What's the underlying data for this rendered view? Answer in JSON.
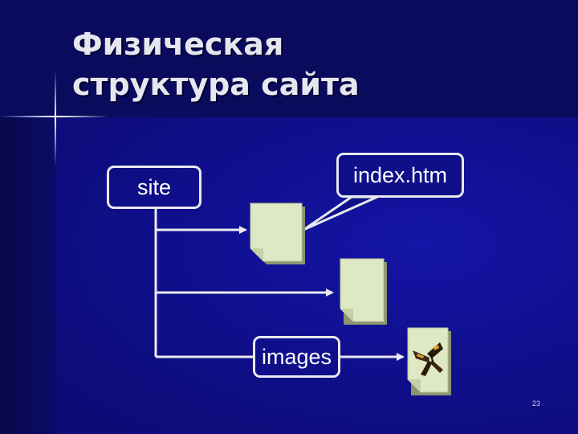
{
  "slide": {
    "title_line1": "Физическая",
    "title_line2": "структура сайта",
    "page_number": "23"
  },
  "diagram": {
    "nodes": {
      "site": "site",
      "index": "index.htm",
      "images": "images"
    }
  },
  "colors": {
    "background": "#0f0f8a",
    "title_band": "#0b0b5e",
    "line": "#e8e8f0",
    "file_fill": "#dfe8c4"
  },
  "icons": [
    "document-icon",
    "folder-icon",
    "butterfly-image-icon"
  ]
}
